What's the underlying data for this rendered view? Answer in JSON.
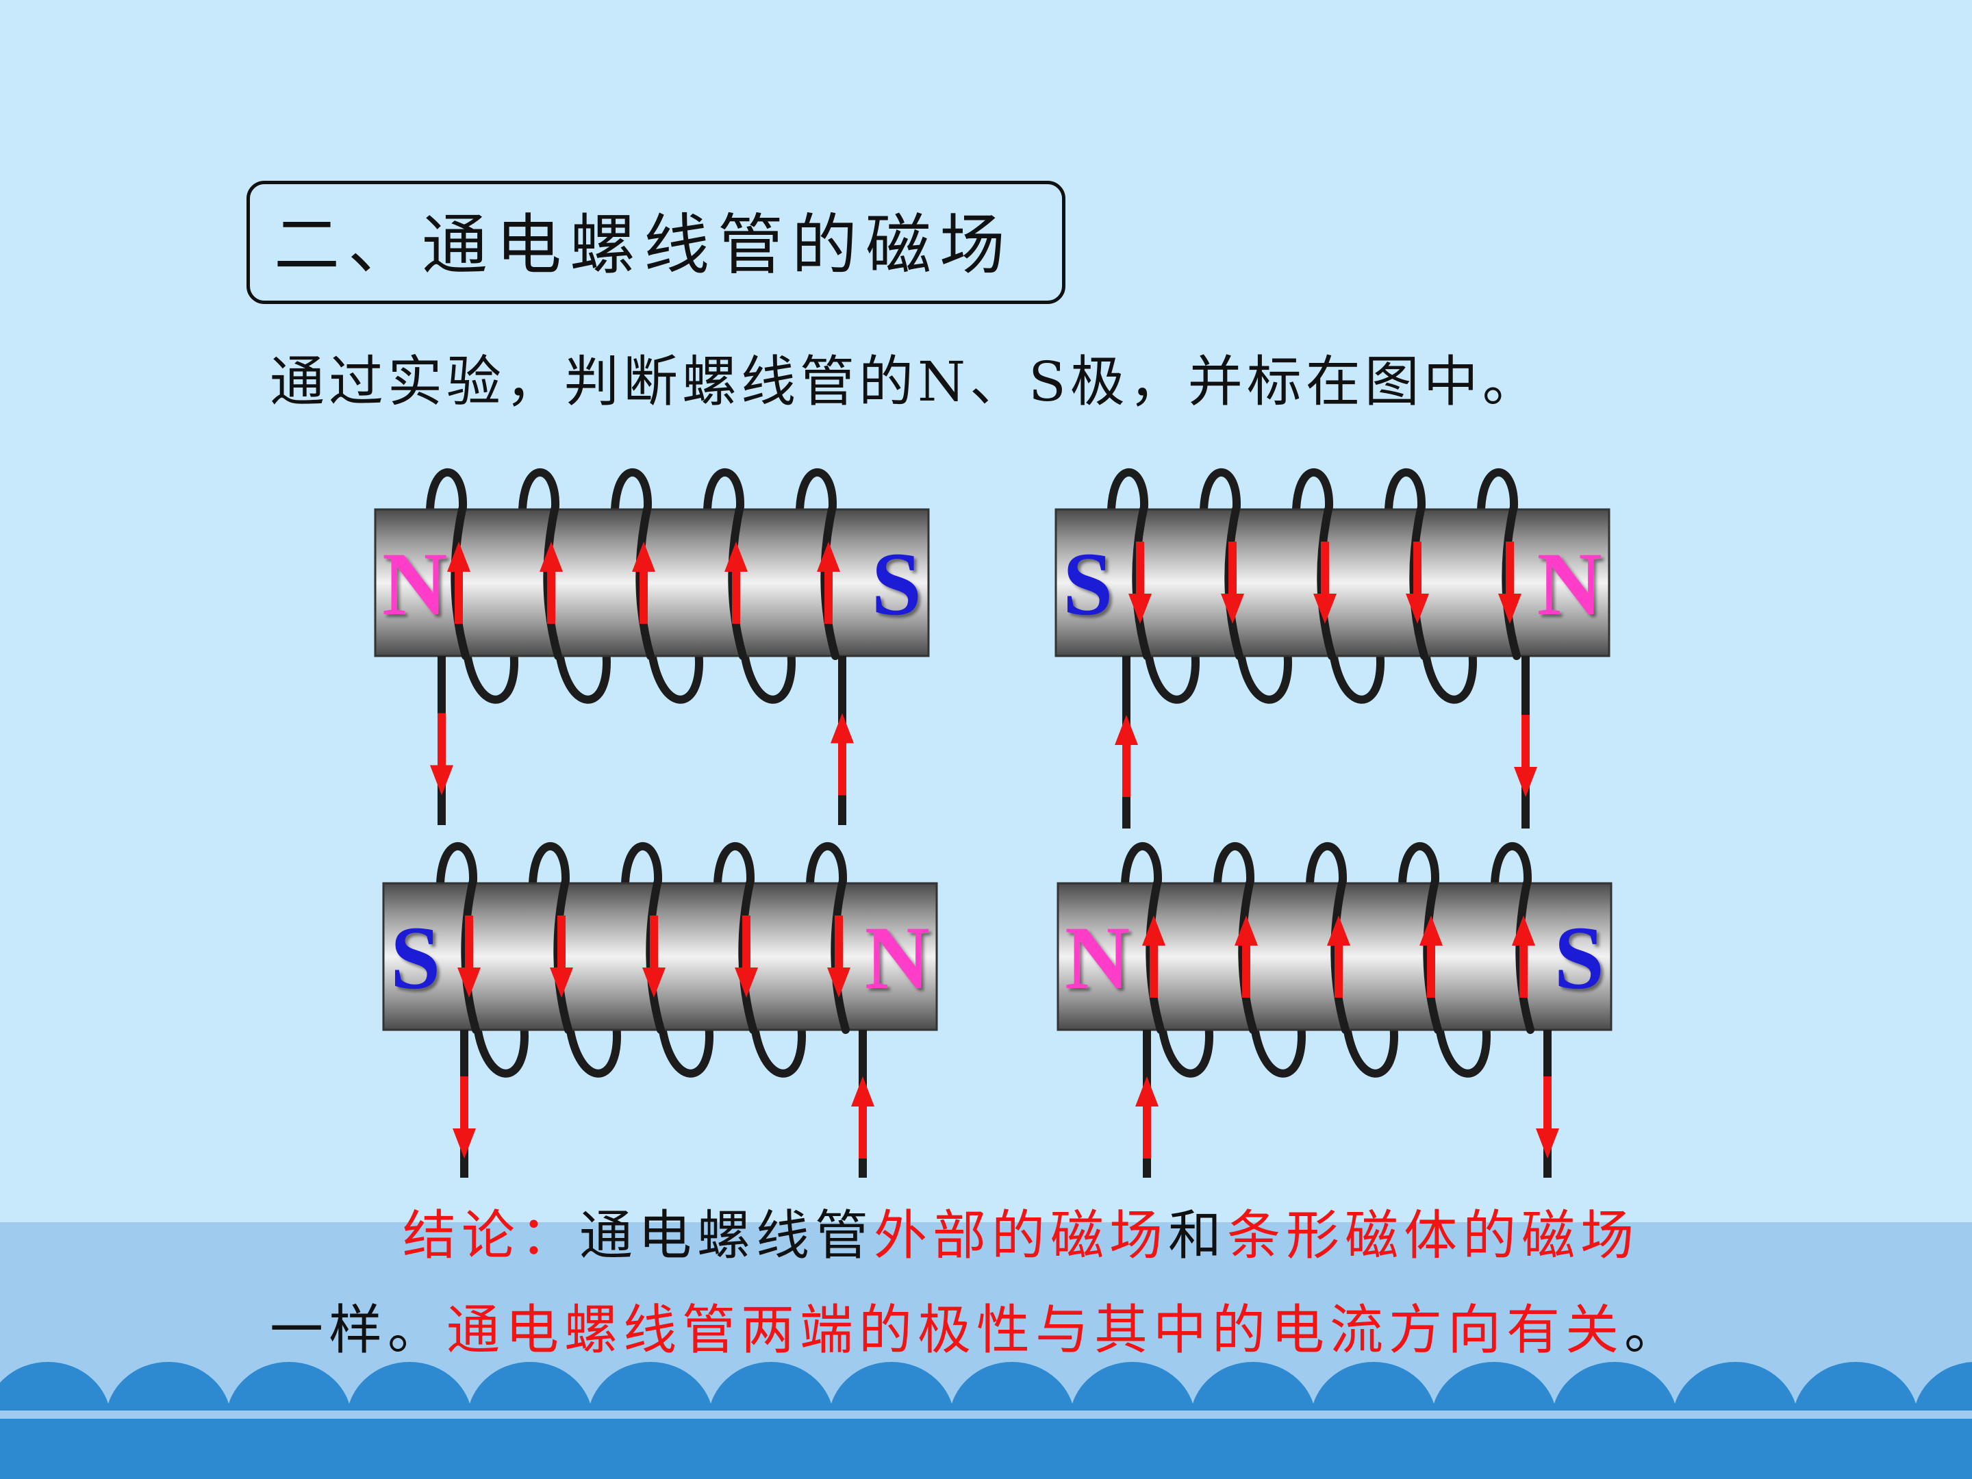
{
  "slide": {
    "title": "二、通电螺线管的磁场",
    "instruction": "通过实验，判断螺线管的N、S极，并标在图中。",
    "conclusion": {
      "line1": [
        {
          "text": "结论：",
          "style": "red"
        },
        {
          "text": "通电螺线管",
          "style": "black"
        },
        {
          "text": "外部的磁场",
          "style": "red"
        },
        {
          "text": "和",
          "style": "black"
        },
        {
          "text": "条形磁体的磁场",
          "style": "red"
        }
      ],
      "line2": [
        {
          "text": "一样。",
          "style": "black"
        },
        {
          "text": "通电螺线管两端的极性与其中的电流方向有关",
          "style": "red"
        },
        {
          "text": "。",
          "style": "black"
        }
      ]
    }
  },
  "solenoids": [
    {
      "name": "top-left",
      "left_pole": "N",
      "right_pole": "S",
      "current_on_front": "up",
      "left_lead_arrow": "down",
      "right_lead_arrow": "up"
    },
    {
      "name": "top-right",
      "left_pole": "S",
      "right_pole": "N",
      "current_on_front": "down",
      "left_lead_arrow": "up",
      "right_lead_arrow": "down"
    },
    {
      "name": "bottom-left",
      "left_pole": "S",
      "right_pole": "N",
      "current_on_front": "down",
      "left_lead_arrow": "down",
      "right_lead_arrow": "up"
    },
    {
      "name": "bottom-right",
      "left_pole": "N",
      "right_pole": "S",
      "current_on_front": "up",
      "left_lead_arrow": "up",
      "right_lead_arrow": "down"
    }
  ],
  "colors": {
    "background": "#c8e8fb",
    "wave_dark": "#2d8ad0",
    "wave_light": "#9fcbee",
    "north_pole": "#ff3cc8",
    "south_pole": "#1a1ad6",
    "current_arrow": "#f01414",
    "wire": "#1c1c1c",
    "conclusion_highlight": "#f01414"
  }
}
